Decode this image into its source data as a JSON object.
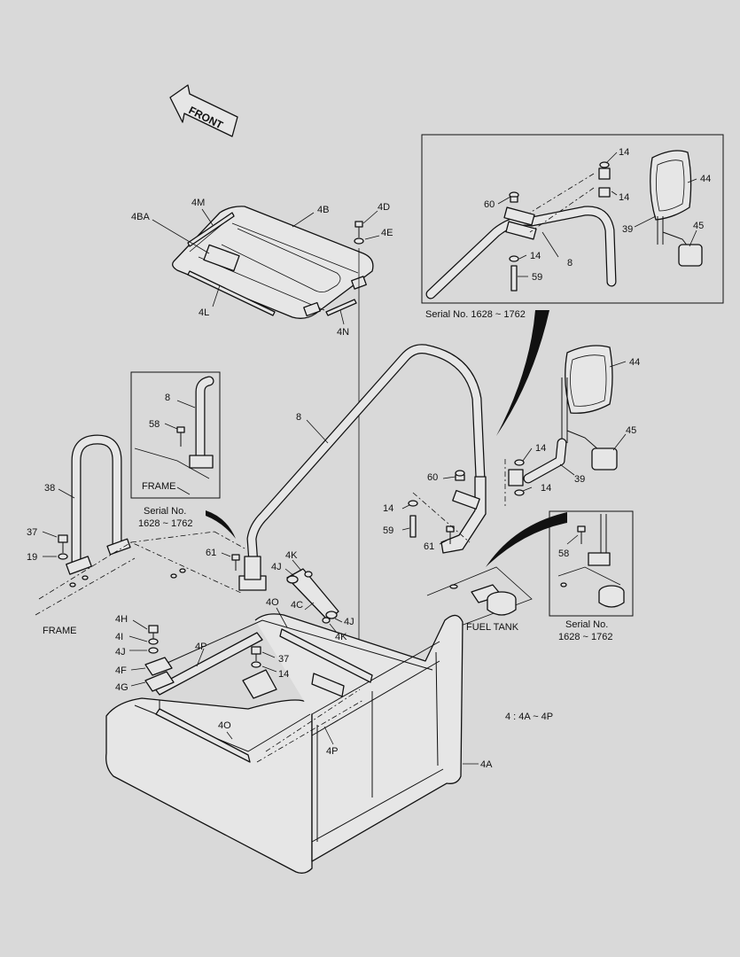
{
  "front_arrow": {
    "label": "FRONT"
  },
  "labels": {
    "4BA": "4BA",
    "4M": "4M",
    "4B": "4B",
    "4D": "4D",
    "4E": "4E",
    "4L": "4L",
    "4N": "4N",
    "8_main": "8",
    "8_inset_top": "8",
    "8_inset_left": "8",
    "14_a": "14",
    "14_b": "14",
    "14_c": "14",
    "14_d": "14",
    "14_e": "14",
    "14_f": "14",
    "14_g": "14",
    "39_a": "39",
    "39_b": "39",
    "44_a": "44",
    "44_b": "44",
    "45_a": "45",
    "45_b": "45",
    "58_a": "58",
    "58_b": "58",
    "59_a": "59",
    "59_b": "59",
    "60_a": "60",
    "60_b": "60",
    "61_a": "61",
    "61_b": "61",
    "38": "38",
    "37_a": "37",
    "37_b": "37",
    "19": "19",
    "4K_a": "4K",
    "4K_b": "4K",
    "4J_a": "4J",
    "4J_b": "4J",
    "4C": "4C",
    "4O_a": "4O",
    "4O_b": "4O",
    "4H": "4H",
    "4I": "4I",
    "4J_c": "4J",
    "4F": "4F",
    "4G": "4G",
    "4P_a": "4P",
    "4P_b": "4P",
    "4A": "4A"
  },
  "text": {
    "frame_inset": "FRAME",
    "frame_main": "FRAME",
    "fuel_tank": "FUEL TANK",
    "serial_top": "Serial No. 1628 ~ 1762",
    "serial_left_1": "Serial No.",
    "serial_left_2": "1628 ~ 1762",
    "serial_right_1": "Serial No.",
    "serial_right_2": "1628 ~ 1762",
    "note": "4 : 4A ~ 4P"
  }
}
